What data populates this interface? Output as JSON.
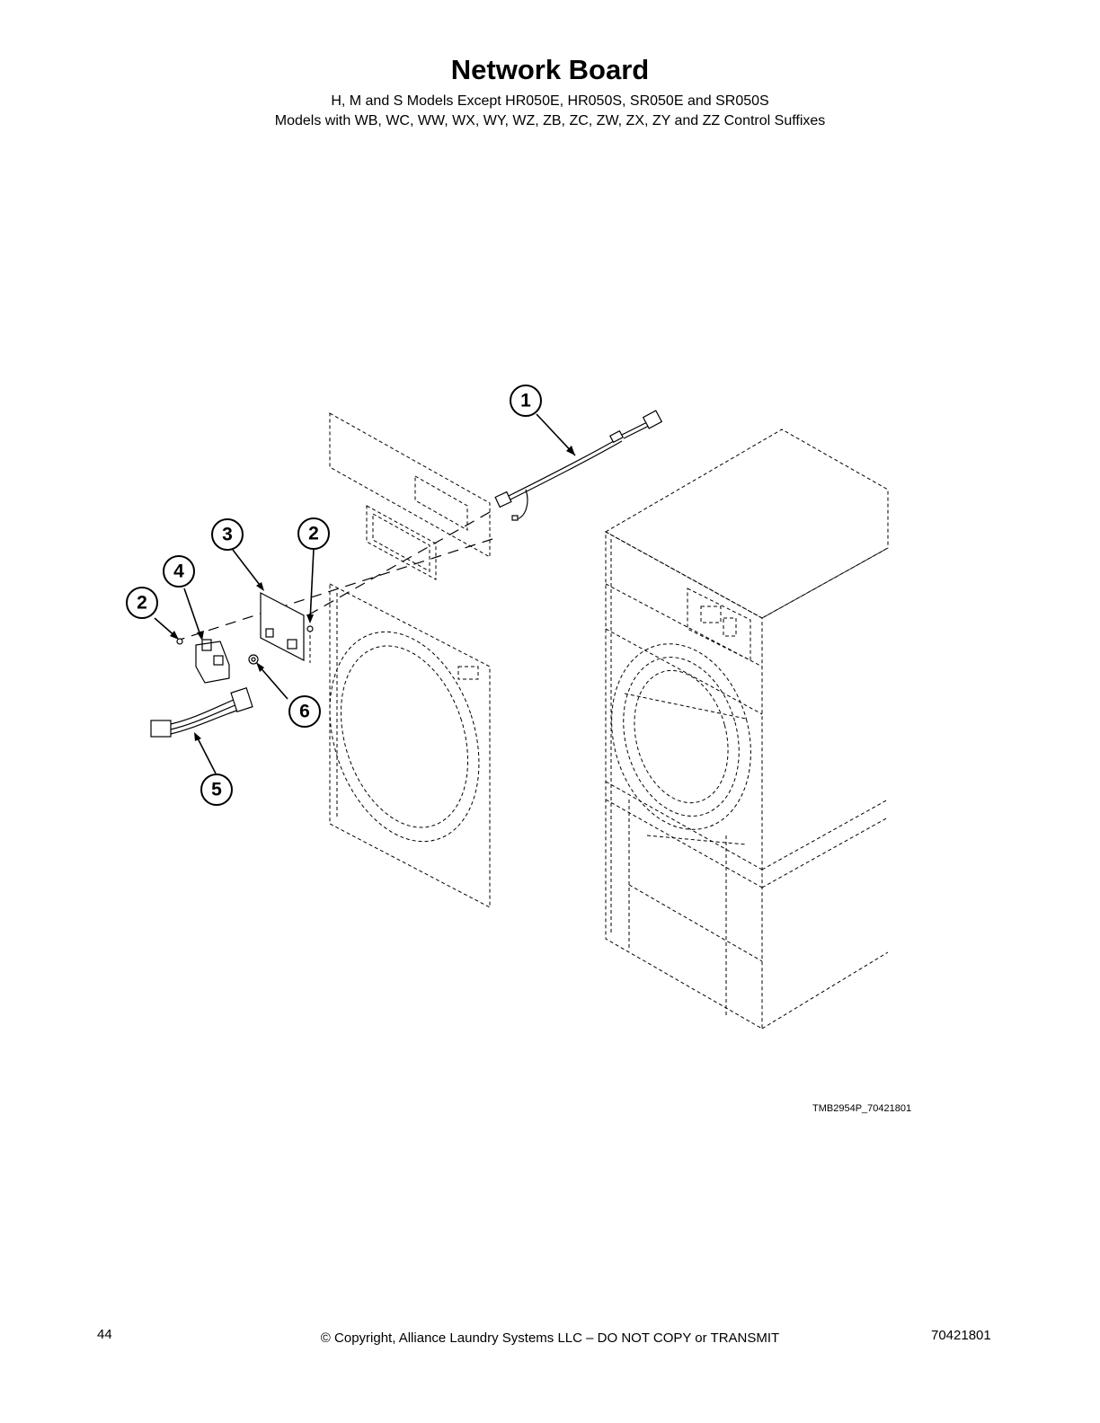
{
  "header": {
    "title": "Network Board",
    "subtitle_line1": "H, M and S Models Except HR050E, HR050S, SR050E and SR050S",
    "subtitle_line2": "Models with WB, WC, WW, WX, WY, WZ, ZB, ZC, ZW, ZX, ZY and ZZ Control Suffixes"
  },
  "diagram": {
    "drawing_id": "TMB2954P_70421801",
    "callouts": [
      "1",
      "2",
      "3",
      "4",
      "2",
      "5",
      "6"
    ]
  },
  "footer": {
    "page_number": "44",
    "copyright": "© Copyright, Alliance Laundry Systems LLC – DO NOT COPY or TRANSMIT",
    "document_number": "70421801"
  }
}
